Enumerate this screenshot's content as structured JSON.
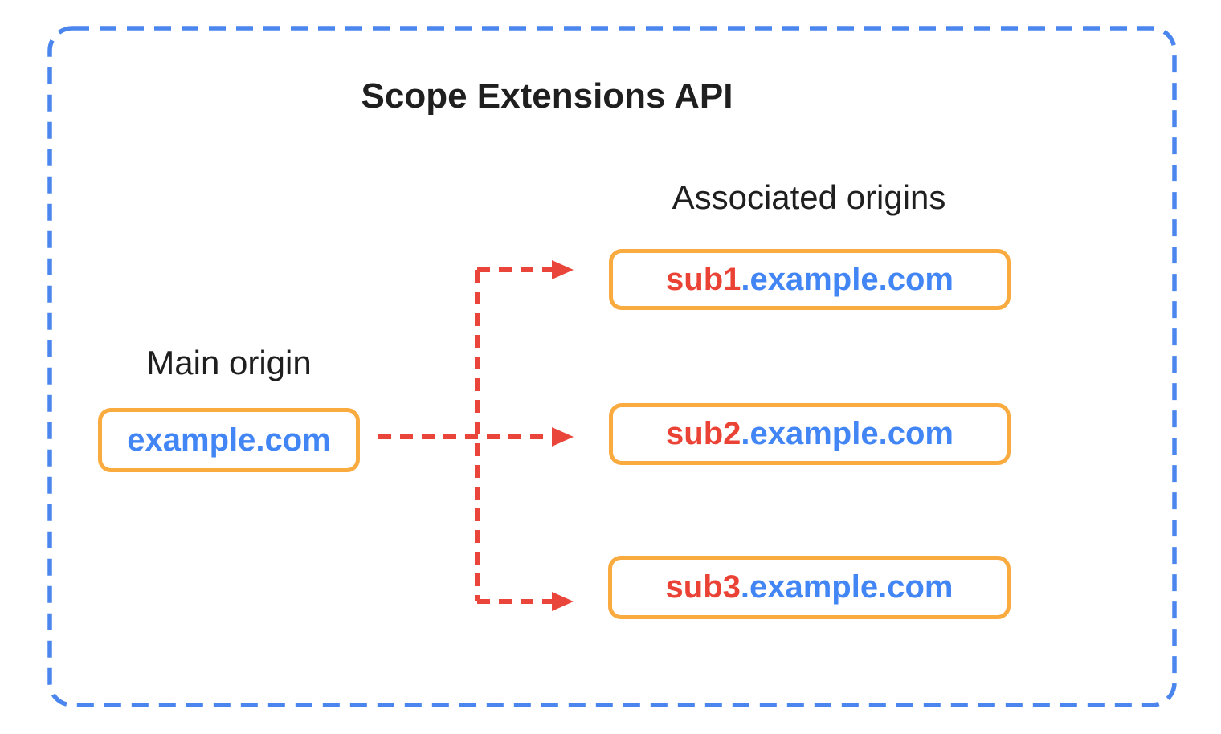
{
  "diagram": {
    "title": "Scope Extensions API",
    "main_origin": {
      "label": "Main origin",
      "domain": "example.com"
    },
    "associated_origins": {
      "label": "Associated origins",
      "items": [
        {
          "subdomain": "sub1",
          "suffix": ".example.com"
        },
        {
          "subdomain": "sub2",
          "suffix": ".example.com"
        },
        {
          "subdomain": "sub3",
          "suffix": ".example.com"
        }
      ]
    },
    "colors": {
      "container_border_blue": "#4b86ee",
      "box_border_orange": "#faab40",
      "domain_text_blue": "#4285f4",
      "subdomain_text_red": "#ea4335",
      "arrow_red": "#e9453a",
      "title_text": "#1f1f1f",
      "background": "#ffffff"
    }
  }
}
